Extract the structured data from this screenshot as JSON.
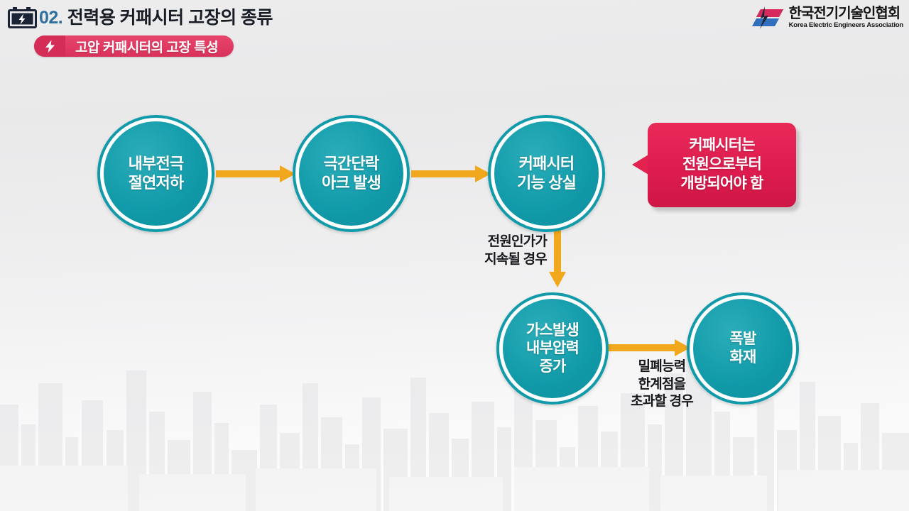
{
  "header": {
    "icon": "battery-bolt-icon",
    "number": "02.",
    "title": "전력용 커패시터 고장의 종류",
    "subtitle_badge": {
      "icon": "lightning-bolt-icon",
      "label": "고압 커패시터의 고장 특성"
    },
    "logo": {
      "name_ko": "한국전기기술인협회",
      "name_en": "Korea Electric Engineers Association"
    }
  },
  "diagram": {
    "nodes": [
      {
        "id": "node1",
        "label": "내부전극\n절연저하"
      },
      {
        "id": "node2",
        "label": "극간단락\n아크 발생"
      },
      {
        "id": "node3",
        "label": "커패시터\n기능 상실"
      },
      {
        "id": "node4",
        "label": "가스발생\n내부압력\n증가"
      },
      {
        "id": "node5",
        "label": "폭발\n화재"
      }
    ],
    "callout": {
      "text": "커패시터는\n전원으로부터\n개방되어야 함"
    },
    "captions": [
      {
        "id": "caption1",
        "text": "전원인가가\n지속될 경우"
      },
      {
        "id": "caption2",
        "text": "밀폐능력\n한계점을\n초과할 경우"
      }
    ],
    "arrows": [
      {
        "id": "arrow1",
        "direction": "right"
      },
      {
        "id": "arrow2",
        "direction": "right"
      },
      {
        "id": "arrow3",
        "direction": "right"
      },
      {
        "id": "arrow4",
        "direction": "down"
      }
    ]
  },
  "colors": {
    "teal": "#119aa9",
    "pink": "#dd1c4e",
    "orange": "#f2a81c",
    "title_number": "#2e6f9e",
    "title_text": "#181c24",
    "background": "#ededee"
  }
}
